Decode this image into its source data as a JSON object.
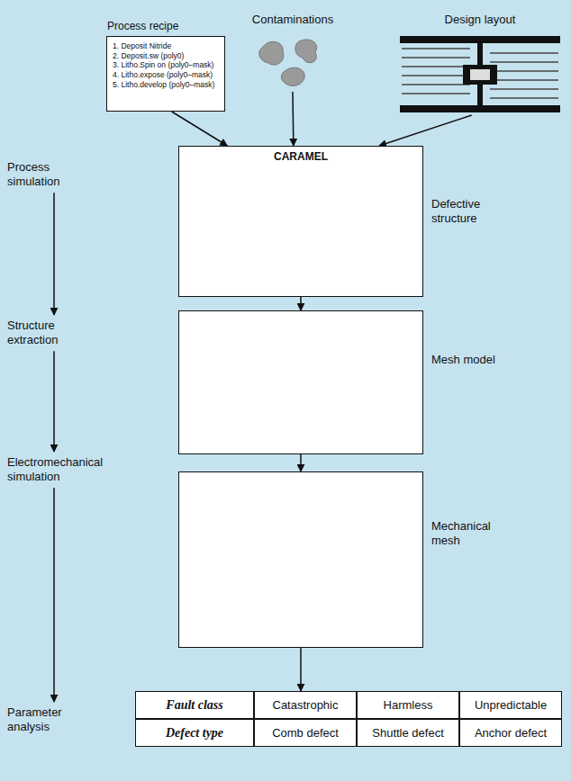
{
  "diagram": {
    "nodes": [
      {
        "text": [
          "Process recipe",
          "1. Deposit Nitride",
          "2. Deposit.sw (poly0)",
          "3. Litho.Spin on (poly0–mask)",
          "4. Litho.expose (poly0–mask)",
          "5. Litho.develop (poly0–mask)"
        ]
      },
      {
        "text": [
          "Contaminations"
        ]
      },
      {
        "text": [
          "Design layout"
        ]
      },
      {
        "text": [
          "CARAMEL",
          "Defective structure"
        ]
      },
      {
        "text": [
          "Mesh model"
        ]
      },
      {
        "text": [
          "Mechanical mesh"
        ]
      },
      {
        "text": [
          "Fault class",
          "Catastrophic",
          "Harmless",
          "Unpredictable",
          "Defect type",
          "Comb defect",
          "Shuttle defect",
          "Anchor defect"
        ]
      }
    ],
    "edges": [
      {
        "from": 0,
        "to": 3,
        "arrow": "to"
      },
      {
        "from": 1,
        "to": 3,
        "arrow": "to"
      },
      {
        "from": 2,
        "to": 3,
        "arrow": "to"
      },
      {
        "from": 3,
        "to": 4,
        "arrow": "to"
      },
      {
        "from": 4,
        "to": 5,
        "arrow": "to"
      },
      {
        "from": 5,
        "to": 6,
        "arrow": "to"
      }
    ],
    "labels": [
      "Process simulation",
      "Structure extraction",
      "Electromechanical simulation",
      "Parameter analysis"
    ]
  }
}
